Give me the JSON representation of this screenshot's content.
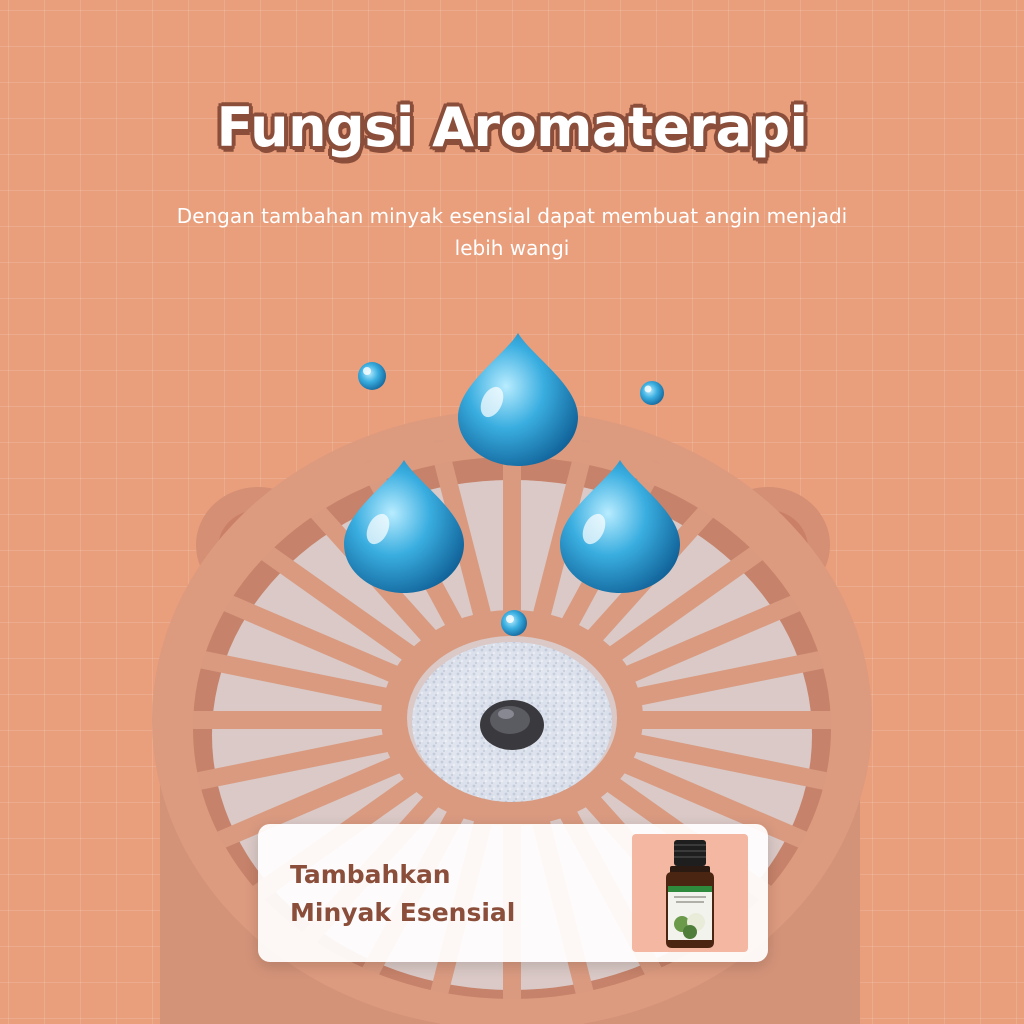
{
  "headline": "Fungsi Aromaterapi",
  "subtitle": "Dengan tambahan minyak esensial dapat membuat angin menjadi lebih wangi",
  "callout": {
    "line1": "Tambahkan",
    "line2": "Minyak Esensial"
  },
  "colors": {
    "background": "#e99e7c",
    "fan_body": "#d99a80",
    "water_drop": "#2f9bd3",
    "text_accent": "#8a4e3a"
  },
  "icons": [
    "water-drop-icon",
    "essential-oil-bottle-icon"
  ]
}
